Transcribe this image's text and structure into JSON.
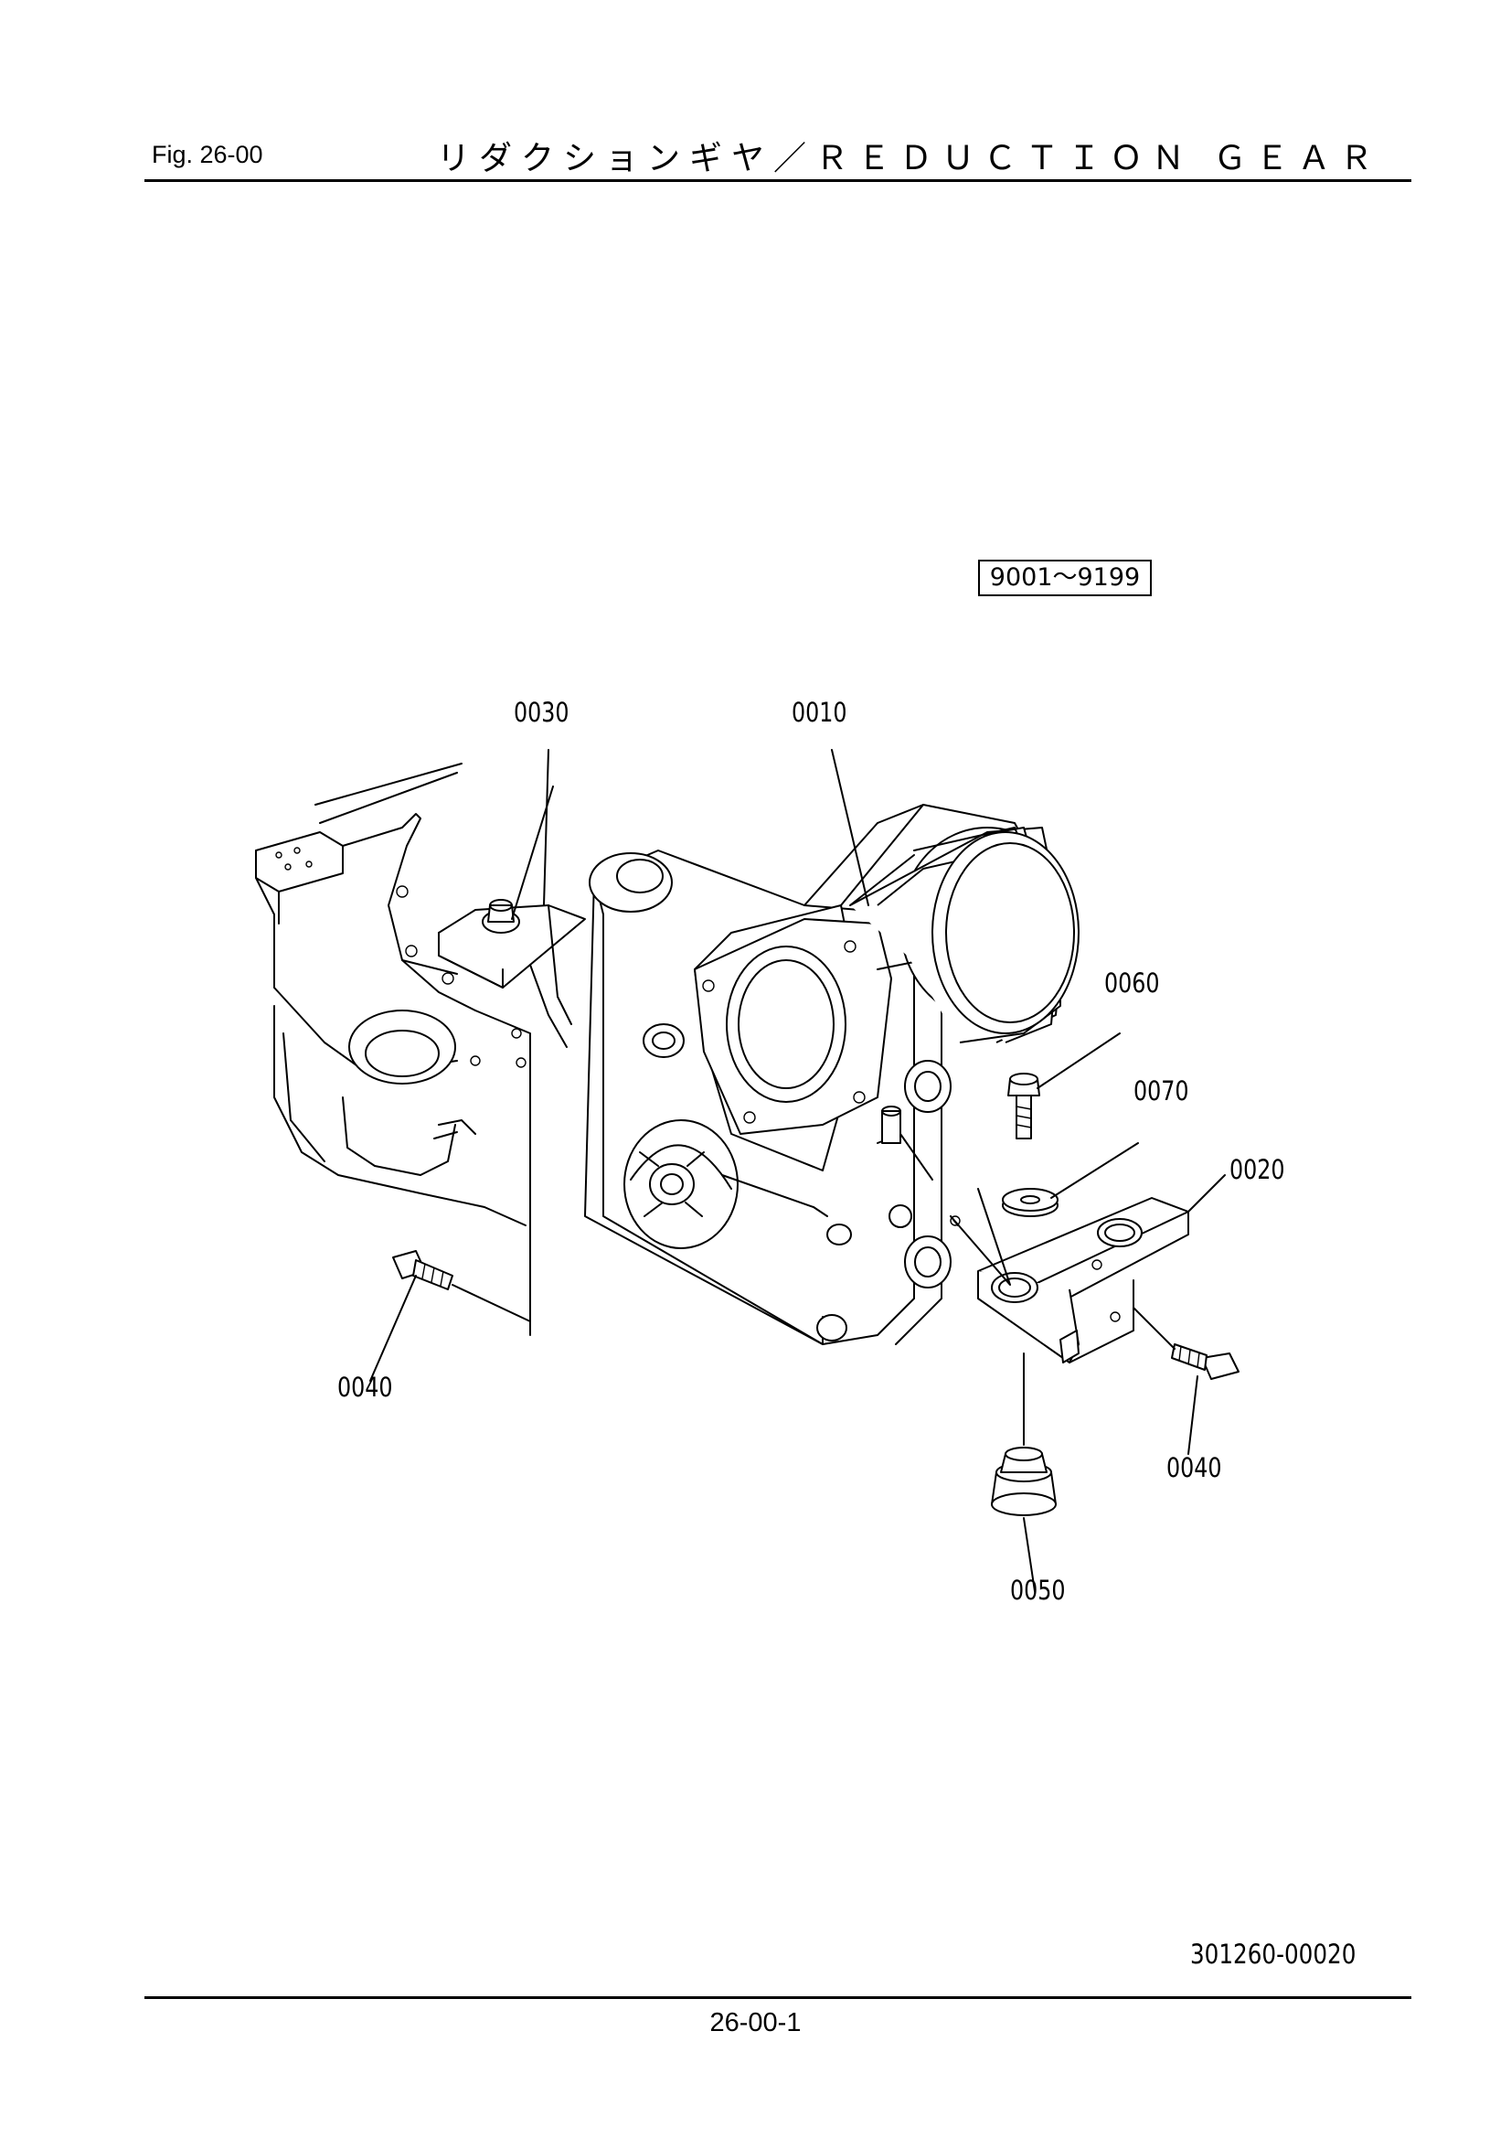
{
  "header": {
    "fig_label": "Fig. 26-00",
    "title": "リダクションギヤ／ＲＥＤＵＣＴＩＯＮ ＧＥＡＲ"
  },
  "serial_range": "9001～9199",
  "callouts": [
    {
      "id": "c0030",
      "label": "0030"
    },
    {
      "id": "c0010",
      "label": "0010"
    },
    {
      "id": "c0060",
      "label": "0060"
    },
    {
      "id": "c0070",
      "label": "0070"
    },
    {
      "id": "c0020",
      "label": "0020"
    },
    {
      "id": "c0040a",
      "label": "0040"
    },
    {
      "id": "c0040b",
      "label": "0040"
    },
    {
      "id": "c0050",
      "label": "0050"
    }
  ],
  "drawing_id": "301260-00020",
  "page_number": "26-00-1"
}
